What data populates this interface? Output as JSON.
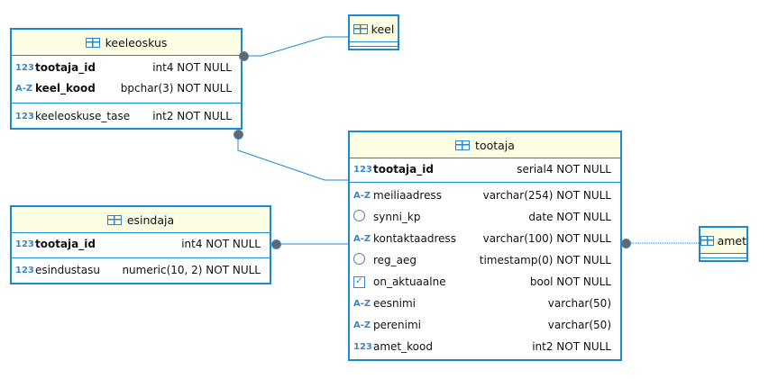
{
  "entities": {
    "keeleoskus": {
      "title": "keeleoskus",
      "cols": [
        {
          "icon": "123",
          "name": "tootaja_id",
          "type": "int4 NOT NULL"
        },
        {
          "icon": "A-Z",
          "name": "keel_kood",
          "type": "bpchar(3) NOT NULL"
        },
        {
          "icon": "123",
          "name": "keeleoskuse_tase",
          "type": "int2 NOT NULL"
        }
      ]
    },
    "keel": {
      "title": "keel"
    },
    "tootaja": {
      "title": "tootaja",
      "cols": [
        {
          "icon": "123",
          "name": "tootaja_id",
          "type": "serial4 NOT NULL"
        },
        {
          "icon": "A-Z",
          "name": "meiliaadress",
          "type": "varchar(254) NOT NULL"
        },
        {
          "icon": "clock",
          "name": "synni_kp",
          "type": "date NOT NULL"
        },
        {
          "icon": "A-Z",
          "name": "kontaktaadress",
          "type": "varchar(100) NOT NULL"
        },
        {
          "icon": "clock",
          "name": "reg_aeg",
          "type": "timestamp(0) NOT NULL"
        },
        {
          "icon": "check",
          "name": "on_aktuaalne",
          "type": "bool NOT NULL"
        },
        {
          "icon": "A-Z",
          "name": "eesnimi",
          "type": "varchar(50)"
        },
        {
          "icon": "A-Z",
          "name": "perenimi",
          "type": "varchar(50)"
        },
        {
          "icon": "123",
          "name": "amet_kood",
          "type": "int2 NOT NULL"
        }
      ]
    },
    "esindaja": {
      "title": "esindaja",
      "cols": [
        {
          "icon": "123",
          "name": "tootaja_id",
          "type": "int4 NOT NULL"
        },
        {
          "icon": "123",
          "name": "esindustasu",
          "type": "numeric(10, 2) NOT NULL"
        }
      ]
    },
    "amet": {
      "title": "amet"
    }
  }
}
